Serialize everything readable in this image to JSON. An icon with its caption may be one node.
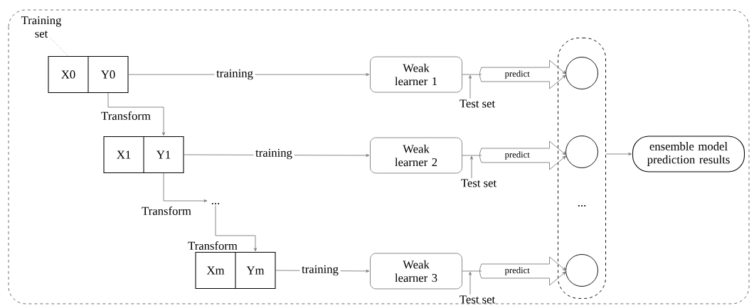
{
  "diagram": {
    "nodes": [
      {
        "text": [
          "Training set"
        ]
      },
      {
        "text": [
          "X0",
          "Y0"
        ]
      },
      {
        "text": [
          "X1",
          "Y1"
        ]
      },
      {
        "text": [
          "..."
        ]
      },
      {
        "text": [
          "Xm",
          "Ym"
        ]
      },
      {
        "text": [
          "Weak learner 1"
        ]
      },
      {
        "text": [
          "Weak learner 2"
        ]
      },
      {
        "text": [
          "Weak learner 3"
        ]
      },
      {
        "text": [
          "Test set"
        ]
      },
      {
        "text": [
          "Test set"
        ]
      },
      {
        "text": [
          "Test set"
        ]
      },
      {
        "text": [],
        "shape": "box"
      },
      {
        "text": [],
        "shape": "circle",
        "in": 11
      },
      {
        "text": [],
        "shape": "circle",
        "in": 11
      },
      {
        "text": [
          "..."
        ],
        "in": 11
      },
      {
        "text": [],
        "shape": "circle",
        "in": 11
      },
      {
        "text": [
          "ensemble model prediction results"
        ]
      }
    ],
    "edges": [
      {
        "from": 0,
        "to": 1,
        "arrow": "none",
        "style": "dashed"
      },
      {
        "from": 1,
        "to": 2,
        "arrow": "to",
        "label": "Transform"
      },
      {
        "from": 2,
        "to": 3,
        "arrow": "to",
        "label": "Transform"
      },
      {
        "from": 3,
        "to": 4,
        "arrow": "to",
        "label": "Transform"
      },
      {
        "from": 1,
        "to": 5,
        "arrow": "to",
        "label": "training"
      },
      {
        "from": 2,
        "to": 6,
        "arrow": "to",
        "label": "training"
      },
      {
        "from": 4,
        "to": 7,
        "arrow": "to",
        "label": "training"
      },
      {
        "from": 5,
        "to": 12,
        "arrow": "to",
        "label": "predict"
      },
      {
        "from": 6,
        "to": 13,
        "arrow": "to",
        "label": "predict"
      },
      {
        "from": 7,
        "to": 15,
        "arrow": "to",
        "label": "predict"
      },
      {
        "from": 8,
        "to": 5,
        "arrow": "to"
      },
      {
        "from": 9,
        "to": 6,
        "arrow": "to"
      },
      {
        "from": 10,
        "to": 7,
        "arrow": "to"
      },
      {
        "from": 11,
        "to": 16,
        "arrow": "to"
      }
    ]
  }
}
